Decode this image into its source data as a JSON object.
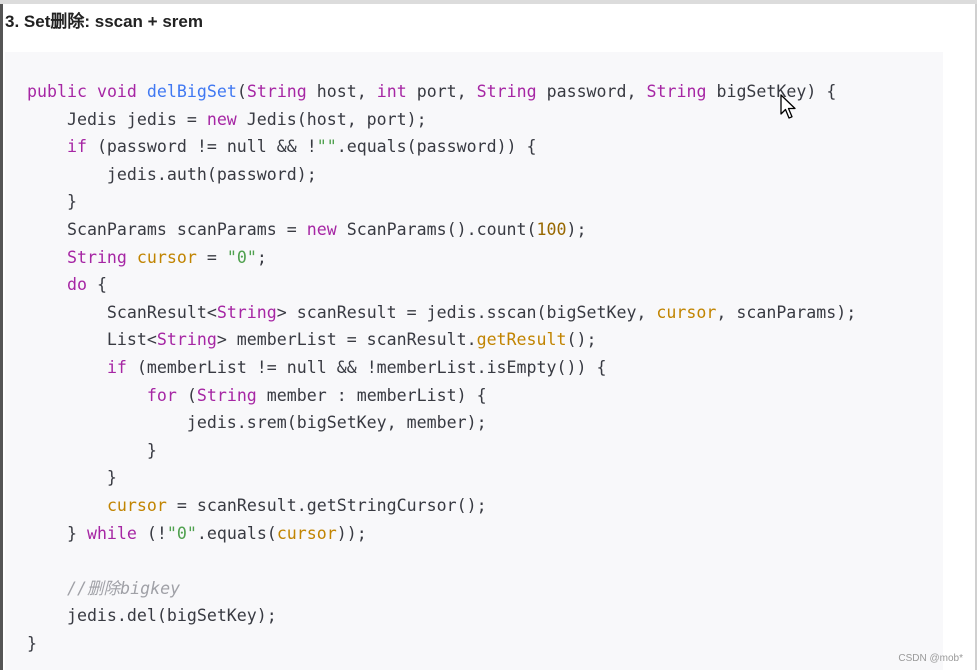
{
  "heading": "3. Set删除: sscan + srem",
  "code": {
    "l1": {
      "a": "public",
      "b": " ",
      "c": "void",
      "d": " ",
      "e": "delBigSet",
      "f": "(",
      "g": "String",
      "h": " host, ",
      "i": "int",
      "j": " port, ",
      "k": "String",
      "l": " password, ",
      "m": "String",
      "n": " bigSetKey) {"
    },
    "l2": {
      "a": "    Jedis jedis = ",
      "b": "new",
      "c": " Jedis(host, port);"
    },
    "l3": {
      "a": "    ",
      "b": "if",
      "c": " (password != null && !",
      "d": "\"\"",
      "e": ".equals(password)) {"
    },
    "l4": {
      "a": "        jedis.auth(password);"
    },
    "l5": {
      "a": "    }"
    },
    "l6": {
      "a": "    ScanParams scanParams = ",
      "b": "new",
      "c": " ScanParams().count(",
      "d": "100",
      "e": ");"
    },
    "l7": {
      "a": "    ",
      "b": "String",
      "c": " ",
      "d": "cursor",
      "e": " = ",
      "f": "\"0\"",
      "g": ";"
    },
    "l8": {
      "a": "    ",
      "b": "do",
      "c": " {"
    },
    "l9": {
      "a": "        ScanResult<",
      "b": "String",
      "c": "> scanResult = jedis.sscan(bigSetKey, ",
      "d": "cursor",
      "e": ", scanParams);"
    },
    "l10": {
      "a": "        List<",
      "b": "String",
      "c": "> memberList = scanResult.",
      "d": "getResult",
      "e": "();"
    },
    "l11": {
      "a": "        ",
      "b": "if",
      "c": " (memberList != null && !memberList.isEmpty()) {"
    },
    "l12": {
      "a": "            ",
      "b": "for",
      "c": " (",
      "d": "String",
      "e": " member : memberList) {"
    },
    "l13": {
      "a": "                jedis.srem(bigSetKey, member);"
    },
    "l14": {
      "a": "            }"
    },
    "l15": {
      "a": "        }"
    },
    "l16": {
      "a": "        ",
      "b": "cursor",
      "c": " = scanResult.getStringCursor();"
    },
    "l17": {
      "a": "    } ",
      "b": "while",
      "c": " (!",
      "d": "\"0\"",
      "e": ".equals(",
      "f": "cursor",
      "g": "));"
    },
    "l18": {
      "a": ""
    },
    "l19": {
      "a": "    ",
      "b": "//删除bigkey"
    },
    "l20": {
      "a": "    jedis.del(bigSetKey);"
    },
    "l21": {
      "a": "}"
    }
  },
  "watermark": "CSDN @mob*"
}
